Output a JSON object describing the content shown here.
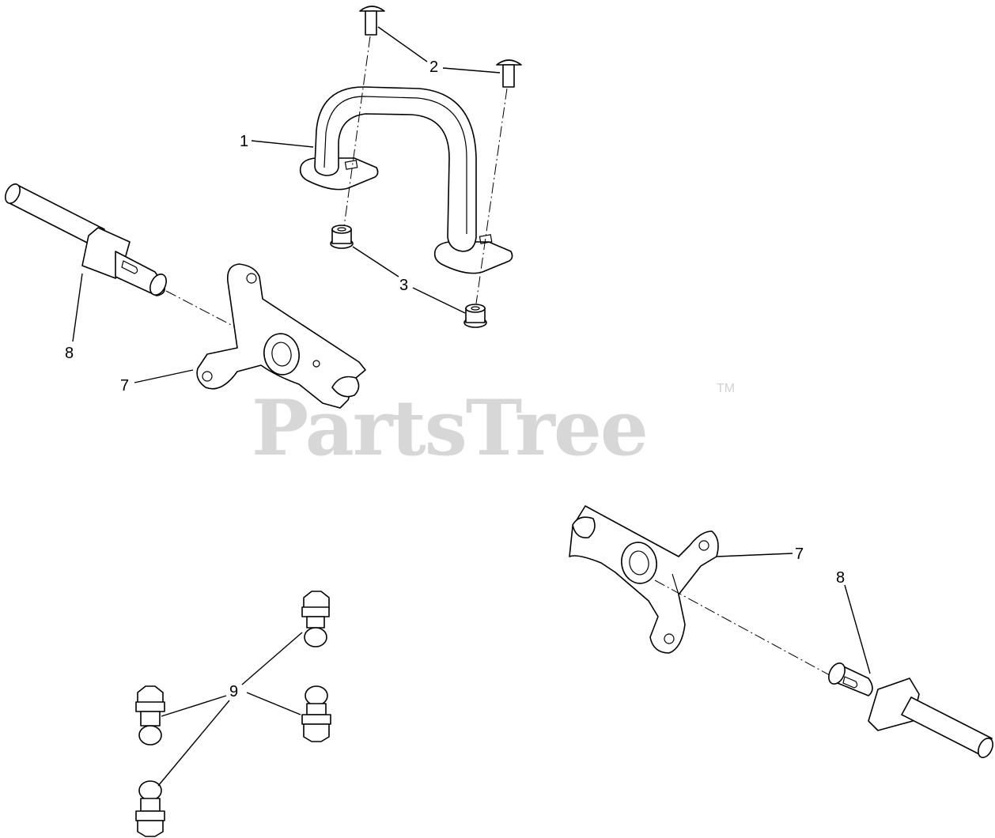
{
  "watermark": {
    "text": "PartsTree",
    "tm": "TM",
    "color": "#d7d7d7"
  },
  "callouts": {
    "c1": "1",
    "c2": "2",
    "c3": "3",
    "c7a": "7",
    "c7b": "7",
    "c8a": "8",
    "c8b": "8",
    "c9": "9"
  }
}
